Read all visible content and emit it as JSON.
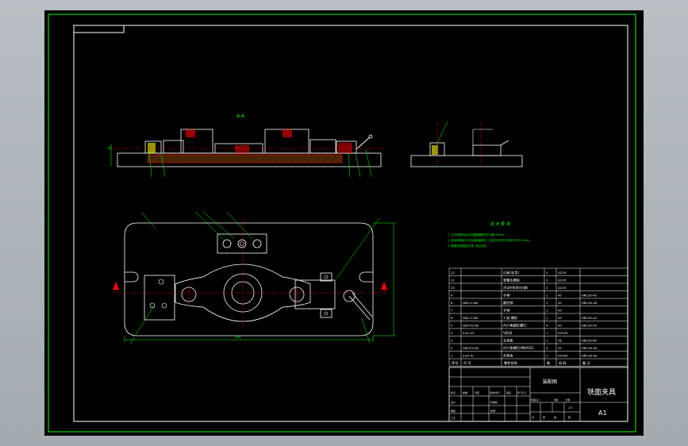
{
  "colors": {
    "background": "#000000",
    "frame": "#00ff00",
    "drawing": "#ffffff",
    "hatch": "#ff0000",
    "centerline": "#ff0000",
    "dimension": "#00ff00",
    "leader": "#00ff00",
    "fill_part": "#ff9900",
    "surround": "#a9b0b6"
  },
  "section_mark": "A-A",
  "tech_requirements": {
    "title": "技 术 要 求",
    "lines": [
      "1. 工件安装好后应达到图纸要求的平行度0.05mm",
      "2. 夹具体底面与工作台面接触良好，对定位元件的平行度不大于0.02mm",
      "3. 各螺纹连接处应拧紧，防止松动"
    ]
  },
  "parts_table": {
    "rows": [
      {
        "no": "12",
        "code": "",
        "name": "压板(右弯)",
        "qty": "2",
        "material": "Q235",
        "note": ""
      },
      {
        "no": "11",
        "code": "",
        "name": "弹簧支撑板",
        "qty": "2",
        "material": "Q235",
        "note": ""
      },
      {
        "no": "10",
        "code": "",
        "name": "活动V形块(左端)",
        "qty": "1",
        "material": "Q235",
        "note": ""
      },
      {
        "no": "9",
        "code": "",
        "name": "手柄",
        "qty": "1",
        "material": "45",
        "note": "HRC35-40"
      },
      {
        "no": "8",
        "code": "GB117-86",
        "name": "圆柱销",
        "qty": "1",
        "material": "45",
        "note": "HRC28-38"
      },
      {
        "no": "7",
        "code": "",
        "name": "手柄",
        "qty": "1",
        "material": "45",
        "note": ""
      },
      {
        "no": "6",
        "code": "GB117-86",
        "name": "1-组 螺栓",
        "qty": "1",
        "material": "45",
        "note": "HRC35-40"
      },
      {
        "no": "5",
        "code": "GB/T70-85",
        "name": "内六角圆柱螺钉",
        "qty": "4",
        "material": "45",
        "note": "HRC35-40"
      },
      {
        "no": "4",
        "code": "ZLJ7-03",
        "name": "V形块",
        "qty": "1",
        "material": "HT200",
        "note": ""
      },
      {
        "no": "3",
        "code": "",
        "name": "支承板",
        "qty": "1",
        "material": "T8",
        "note": "HRC55-60"
      },
      {
        "no": "2",
        "code": "GB/T70-85",
        "name": "内六角螺钉(M8X25)",
        "qty": "4",
        "material": "35",
        "note": "HRC28-38"
      },
      {
        "no": "1",
        "code": "ZLJ7-01",
        "name": "夹具体",
        "qty": "1",
        "material": "HT200",
        "note": "HRC28-38"
      }
    ],
    "headers": {
      "no": "序号",
      "code": "代 号",
      "name": "零件名称",
      "qty": "数",
      "material": "材 料",
      "note": "备 注"
    }
  },
  "title_block": {
    "drawing_no": "装配图",
    "title": "铣面夹具",
    "size": "A1",
    "scale": "1:1",
    "labels": [
      "标记",
      "处数",
      "分区",
      "更改文件号",
      "签名",
      "年 月 日"
    ],
    "roles": [
      "设计",
      "审核",
      "工艺"
    ],
    "std": [
      "标准化",
      "批准",
      "阶段标记",
      "重量",
      "比例"
    ],
    "sheet": [
      "共",
      "张",
      "第",
      "张"
    ]
  }
}
